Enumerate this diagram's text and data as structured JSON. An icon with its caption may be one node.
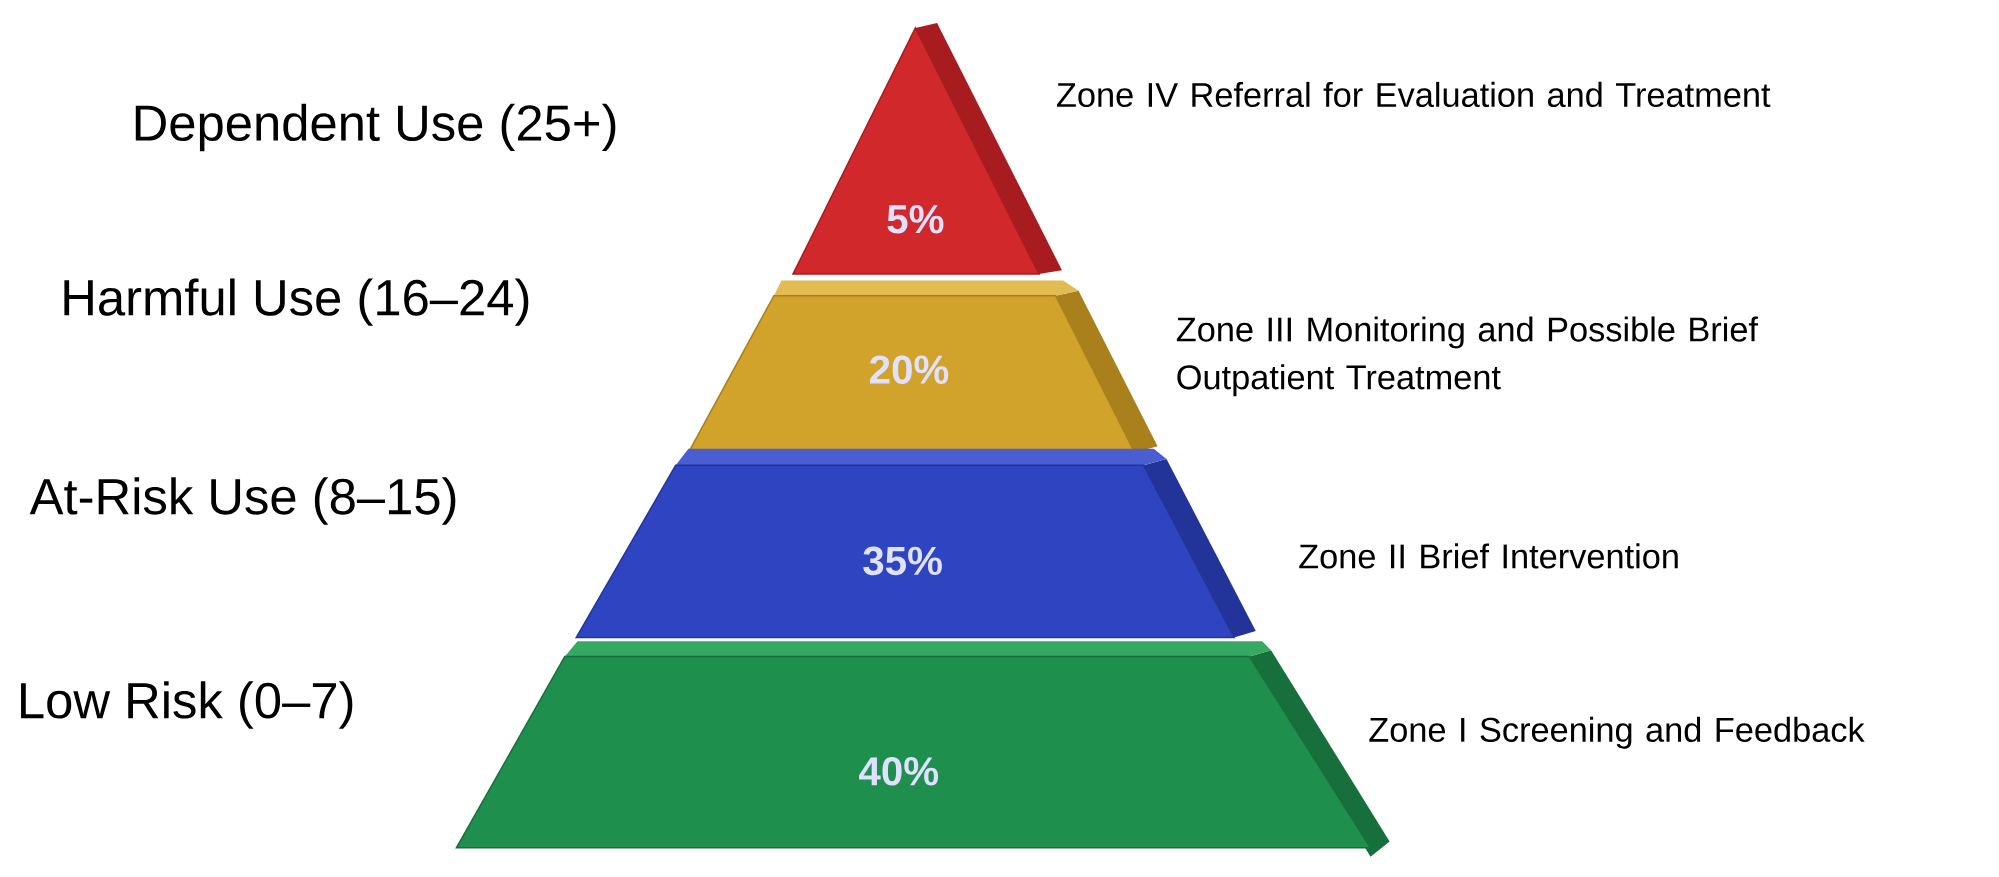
{
  "diagram": {
    "nodes": [
      {
        "text": [
          "5%"
        ],
        "beside": [
          "Dependent Use  (25+)",
          "Zone IV Referral for Evaluation and Treatment"
        ]
      },
      {
        "text": [
          "20%"
        ],
        "beside": [
          "Harmful Use (16–24)",
          "Zone III Monitoring and Possible Brief Outpatient Treatment"
        ]
      },
      {
        "text": [
          "35%"
        ],
        "beside": [
          "At-Risk Use (8–15)",
          "Zone II Brief Intervention"
        ]
      },
      {
        "text": [
          "40%"
        ],
        "beside": [
          "Low Risk (0–7)",
          "Zone I Screening and Feedback"
        ]
      }
    ]
  }
}
